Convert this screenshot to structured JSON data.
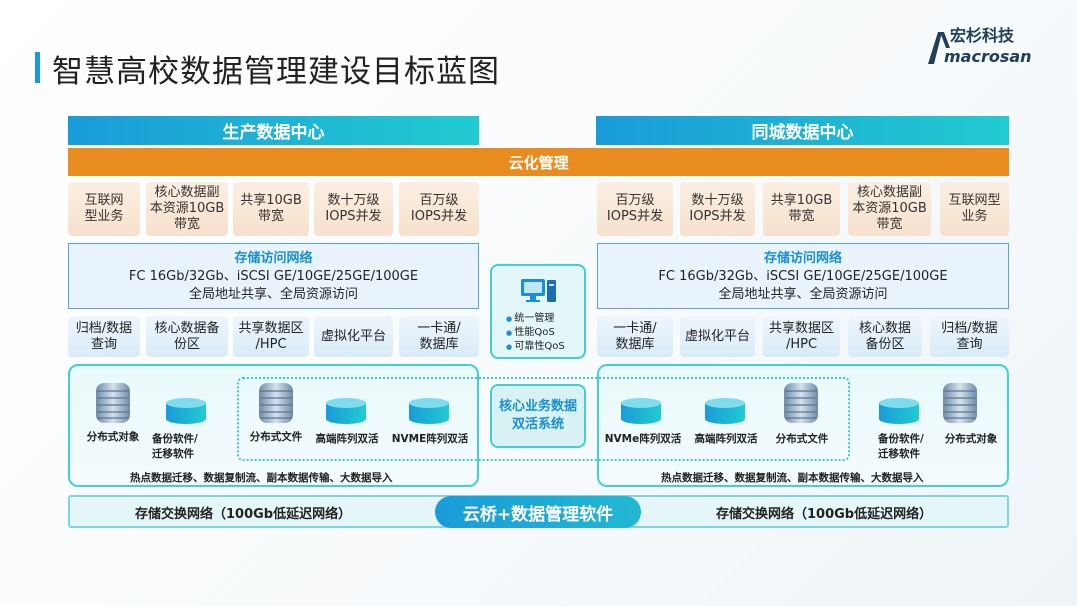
{
  "title": "智慧高校数据管理建设目标蓝图",
  "logo": {
    "cn": "宏杉科技",
    "en": "macrosan"
  },
  "left": {
    "header": "生产数据中心",
    "features": [
      "互联网\n型业务",
      "核心数据副\n本资源10GB\n带宽",
      "共享10GB\n带宽",
      "数十万级\nIOPS并发",
      "百万级\nIOPS并发"
    ],
    "network": {
      "title": "存储访问网络",
      "line1": "FC 16Gb/32Gb、iSCSI GE/10GE/25GE/100GE",
      "line2": "全局地址共享、全局资源访问"
    },
    "platforms": [
      "归档/数据\n查询",
      "核心数据备\n份区",
      "共享数据区\n/HPC",
      "虚拟化平台",
      "一卡通/\n数据库"
    ],
    "storage": [
      "分布式对象",
      "备份软件/\n迁移软件",
      "分布式文件",
      "高端阵列双活",
      "NVME阵列双活"
    ],
    "hot": "热点数据迁移、数据复制流、副本数据传输、大数据导入",
    "switch": "存储交换网络（100Gb低延迟网络）"
  },
  "right": {
    "header": "同城数据中心",
    "features": [
      "百万级\nIOPS并发",
      "数十万级\nIOPS并发",
      "共享10GB\n带宽",
      "核心数据副\n本资源10GB\n带宽",
      "互联网型\n业务"
    ],
    "network": {
      "title": "存储访问网络",
      "line1": "FC 16Gb/32Gb、iSCSI GE/10GE/25GE/100GE",
      "line2": "全局地址共享、全局资源访问"
    },
    "platforms": [
      "一卡通/\n数据库",
      "虚拟化平台",
      "共享数据区\n/HPC",
      "核心数据\n备份区",
      "归档/数据\n查询"
    ],
    "storage": [
      "NVMe阵列双活",
      "高端阵列双活",
      "分布式文件",
      "备份软件/\n迁移软件",
      "分布式对象"
    ],
    "hot": "热点数据迁移、数据复制流、副本数据传输、大数据导入",
    "switch": "存储交换网络（100Gb低延迟网络）"
  },
  "cloud": "云化管理",
  "center": {
    "items": [
      "统一管理",
      "性能QoS",
      "可靠性QoS"
    ],
    "core": "核心业务数据\n双活系统"
  },
  "bridge": "云桥+数据管理软件"
}
